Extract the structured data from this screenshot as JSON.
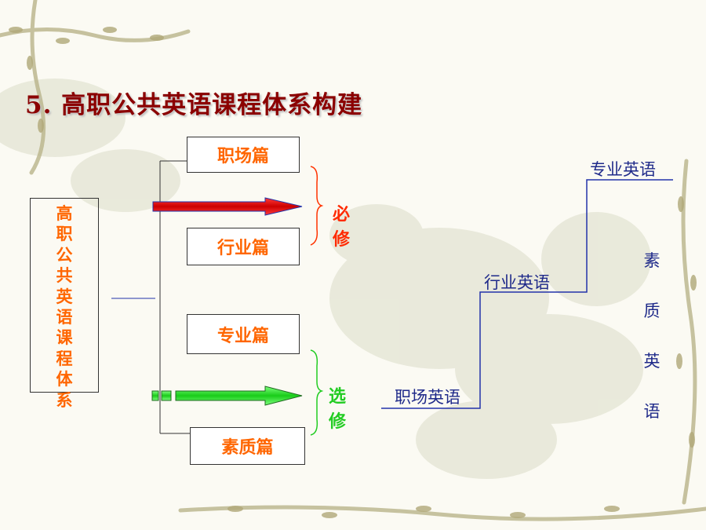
{
  "title": "5. 高职公共英语课程体系构建",
  "system_label_chars": [
    "高",
    "职",
    "公",
    "共",
    "英",
    "语",
    "课",
    "程",
    "体",
    "系"
  ],
  "modules": [
    "职场篇",
    "行业篇",
    "专业篇",
    "素质篇"
  ],
  "required_chars": [
    "必",
    "修"
  ],
  "elective_chars": [
    "选",
    "修"
  ],
  "staircase": [
    "职场英语",
    "行业英语",
    "专业英语"
  ],
  "quality_chars": [
    "素",
    "质",
    "英",
    "语"
  ],
  "colors": {
    "title": "#8b0000",
    "module_text": "#ff6600",
    "required": "#ff2a00",
    "elective": "#22cc22",
    "stair_text": "#1f2a8a",
    "stair_line": "#2233aa"
  }
}
